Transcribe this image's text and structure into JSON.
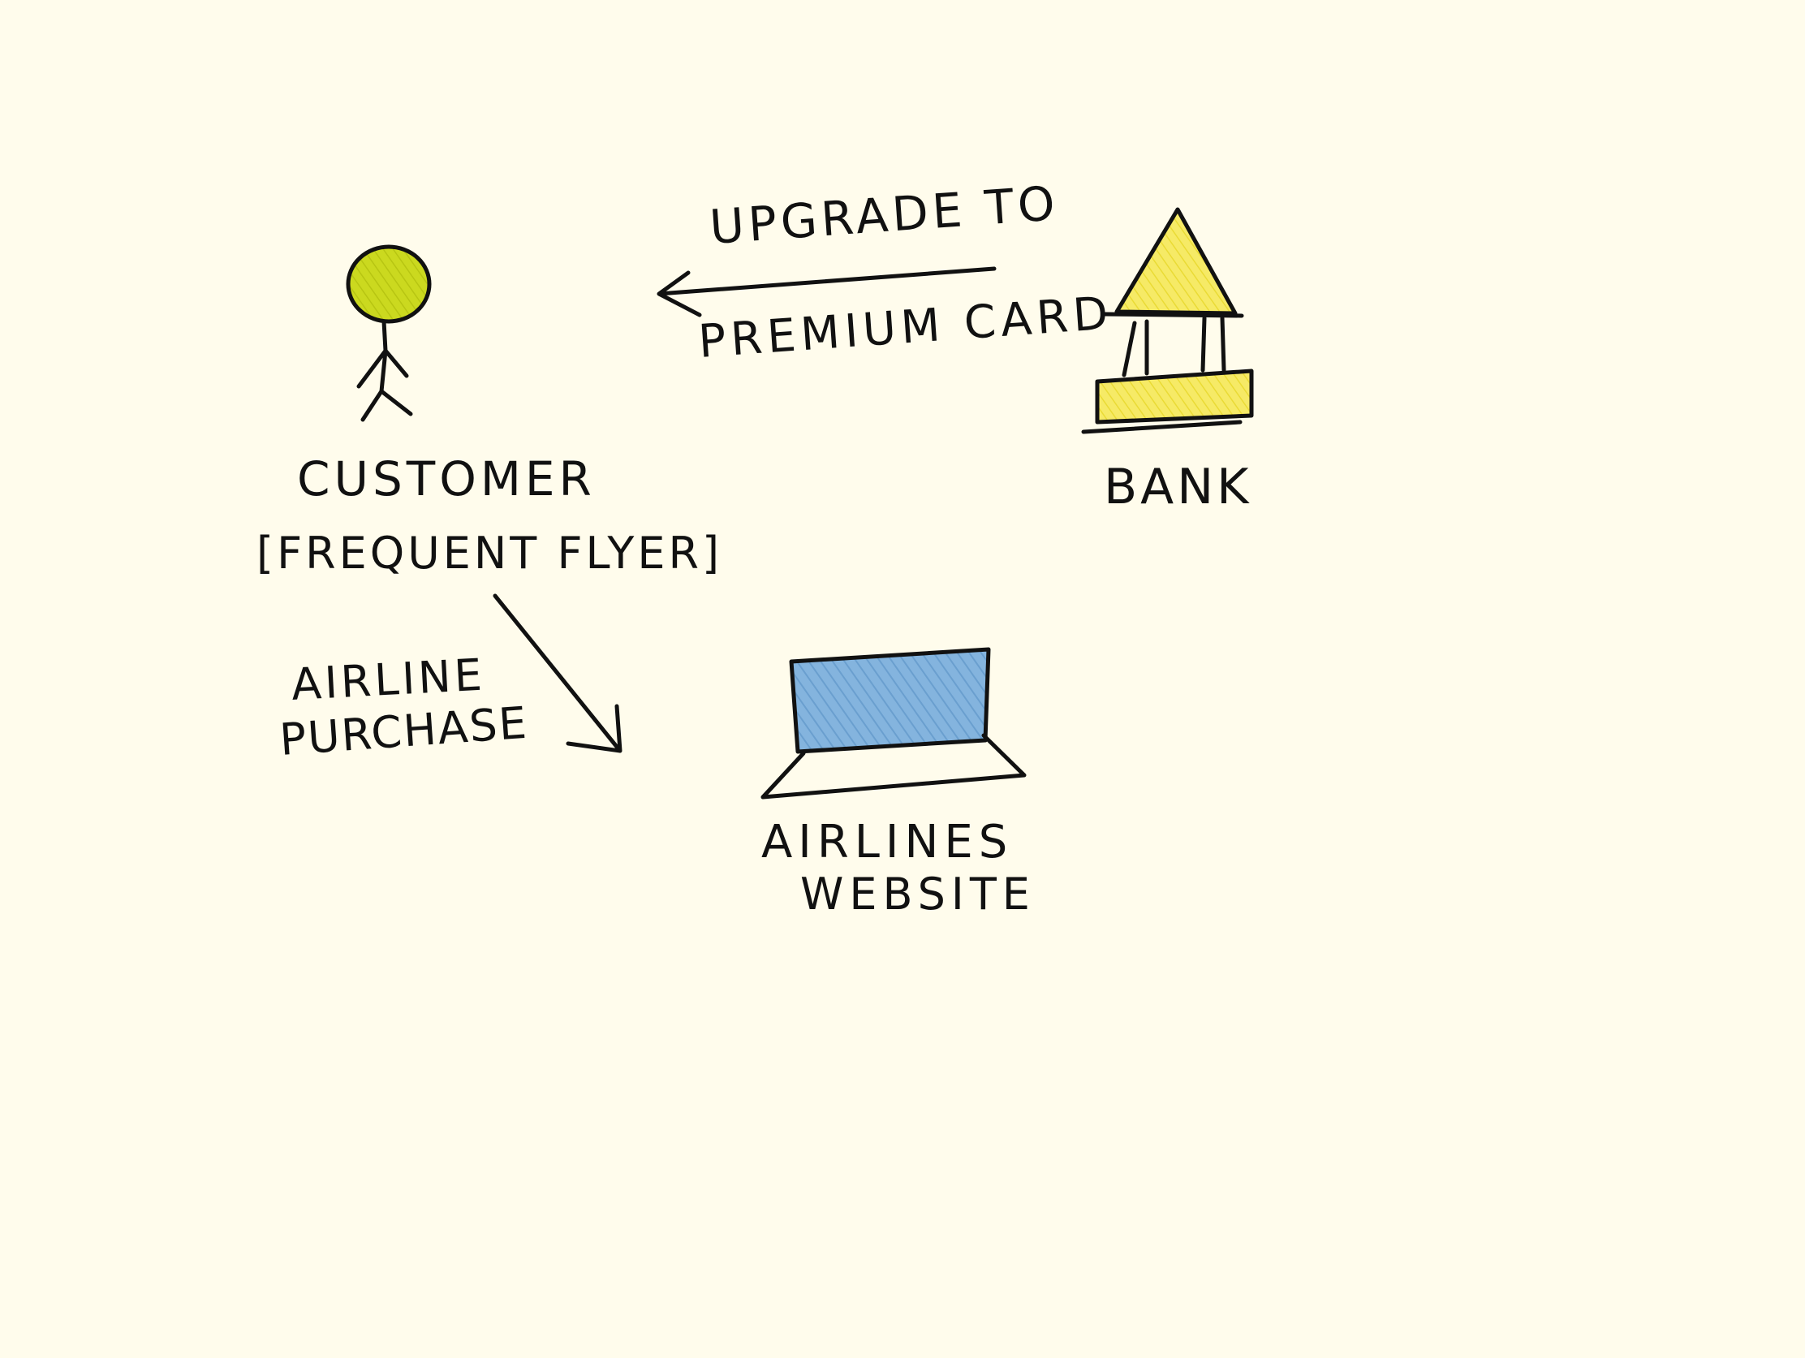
{
  "colors": {
    "background": "#fffcec",
    "ink": "#111111",
    "customer_head": "#cbd91f",
    "bank_fill": "#f1e34a",
    "screen_fill": "#79acd9"
  },
  "nodes": {
    "customer": {
      "icon": "stick-figure-icon",
      "label_line1": "CUSTOMER",
      "label_line2": "[FREQUENT FLYER]"
    },
    "bank": {
      "icon": "bank-building-icon",
      "label": "BANK"
    },
    "website": {
      "icon": "laptop-icon",
      "label_line1": "AIRLINES",
      "label_line2": "WEBSITE"
    }
  },
  "edges": {
    "bank_to_customer": {
      "label_line1": "UPGRADE TO",
      "label_line2": "PREMIUM CARD"
    },
    "customer_to_website": {
      "label_line1": "AIRLINE",
      "label_line2": "PURCHASE"
    }
  }
}
